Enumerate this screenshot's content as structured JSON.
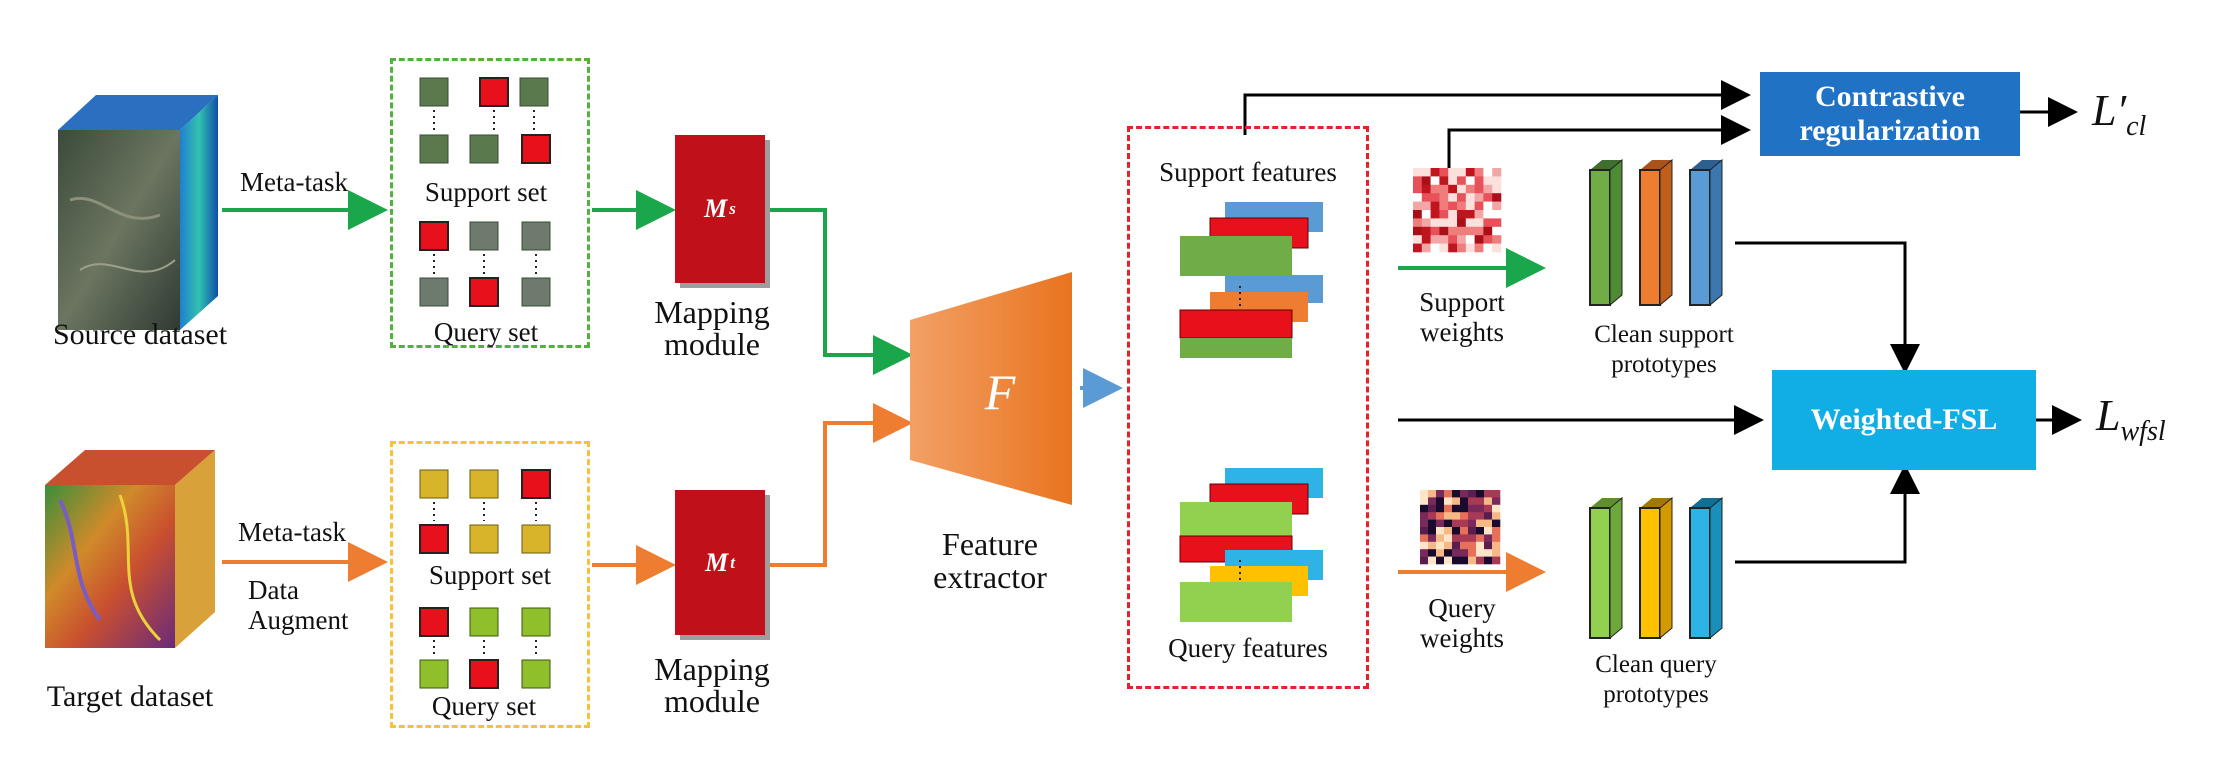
{
  "source": {
    "label": "Source dataset",
    "meta_task": "Meta-task",
    "support": "Support  set",
    "query": "Query set",
    "module_symbol": "M",
    "module_sup": "s",
    "module_label_1": "Mapping",
    "module_label_2": "module"
  },
  "target": {
    "label": "Target dataset",
    "meta_task": "Meta-task",
    "augment_1": "Data",
    "augment_2": "Augment",
    "support": "Support  set",
    "query": "Query set",
    "module_symbol": "M",
    "module_sup": "t",
    "module_label_1": "Mapping",
    "module_label_2": "module"
  },
  "extractor": {
    "symbol": "F",
    "label_1": "Feature",
    "label_2": "extractor"
  },
  "features": {
    "support": "Support features",
    "query": "Query features"
  },
  "weights": {
    "support_1": "Support",
    "support_2": "weights",
    "query_1": "Query",
    "query_2": "weights"
  },
  "prototypes": {
    "support_1": "Clean support",
    "support_2": "prototypes",
    "query_1": "Clean query",
    "query_2": "prototypes"
  },
  "outputs": {
    "contrastive_1": "Contrastive",
    "contrastive_2": "regularization",
    "weighted_fsl": "Weighted-FSL",
    "loss_cl": "L′",
    "loss_cl_sub": "cl",
    "loss_wfsl": "L",
    "loss_wfsl_sub": "wfsl"
  },
  "colors": {
    "green_arrow": "#1aa64a",
    "orange_arrow": "#ee7d31",
    "blue_arrow": "#5b9bd5",
    "module_red": "#c0101a",
    "contrastive_blue": "#1f72c4",
    "wfsl_blue": "#11aee6"
  }
}
